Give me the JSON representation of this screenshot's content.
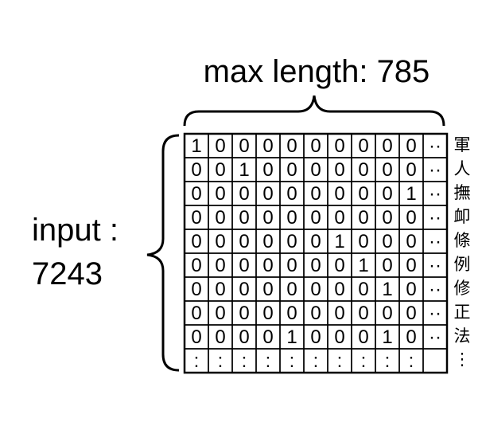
{
  "header": {
    "max_length_label": "max length: 785"
  },
  "input": {
    "line1": "input :",
    "line2": "7243"
  },
  "matrix": {
    "rows": [
      [
        "1",
        "0",
        "0",
        "0",
        "0",
        "0",
        "0",
        "0",
        "0",
        "0"
      ],
      [
        "0",
        "0",
        "1",
        "0",
        "0",
        "0",
        "0",
        "0",
        "0",
        "0"
      ],
      [
        "0",
        "0",
        "0",
        "0",
        "0",
        "0",
        "0",
        "0",
        "0",
        "1"
      ],
      [
        "0",
        "0",
        "0",
        "0",
        "0",
        "0",
        "0",
        "0",
        "0",
        "0"
      ],
      [
        "0",
        "0",
        "0",
        "0",
        "0",
        "0",
        "1",
        "0",
        "0",
        "0"
      ],
      [
        "0",
        "0",
        "0",
        "0",
        "0",
        "0",
        "0",
        "1",
        "0",
        "0"
      ],
      [
        "0",
        "0",
        "0",
        "0",
        "0",
        "0",
        "0",
        "0",
        "1",
        "0"
      ],
      [
        "0",
        "0",
        "0",
        "0",
        "0",
        "0",
        "0",
        "0",
        "0",
        "0"
      ],
      [
        "0",
        "0",
        "0",
        "0",
        "1",
        "0",
        "0",
        "0",
        "1",
        "0"
      ]
    ],
    "ellipsis_h": "··",
    "ellipsis_v": ":"
  },
  "side_chars": [
    "軍",
    "人",
    "撫",
    "卹",
    "條",
    "例",
    "修",
    "正",
    "法"
  ],
  "side_ellipsis": "⋮"
}
